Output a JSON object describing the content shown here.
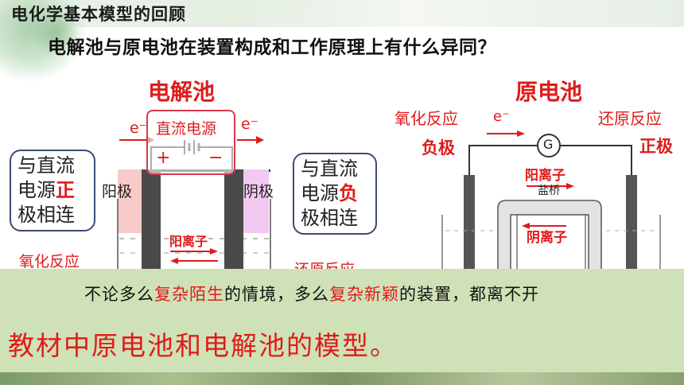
{
  "header": {
    "section_title": "电化学基本模型的回顾",
    "question": "电解池与原电池在装置构成和工作原理上有什么异同？"
  },
  "electrolytic": {
    "title": "电解池",
    "power_label": "直流电源",
    "plus": "+",
    "minus": "−",
    "electron_left": "e⁻",
    "electron_right": "e⁻",
    "anode_label": "阳极",
    "cathode_label": "阴极",
    "left_callout": {
      "line1": "与直流",
      "line2_a": "电源",
      "line2_b": "正",
      "line3": "极相连"
    },
    "right_callout": {
      "line1": "与直流",
      "line2_a": "电源",
      "line2_b": "负",
      "line3": "极相连"
    },
    "cation_label": "阳离子",
    "oxidation_label": "氧化反应",
    "reduction_label": "还原反应"
  },
  "galvanic": {
    "title": "原电池",
    "oxidation_label": "氧化反应",
    "reduction_label": "还原反应",
    "electron": "e⁻",
    "galvanometer": "G",
    "negative_label": "负极",
    "positive_label": "正极",
    "cation_label": "阳离子",
    "salt_bridge": "盐桥",
    "anion_label": "阴离子"
  },
  "summary": {
    "l1_a": "不论多么",
    "l1_b": "复杂陌生",
    "l1_c": "的情境，多么",
    "l1_d": "复杂新颖",
    "l1_e": "的装置，都离不开",
    "line2": "教材中原电池和电解池的模型。"
  },
  "colors": {
    "accent_red": "#e01b1b",
    "summary_bg": "#cfe1b6",
    "anode_fill": "#f7c9c9",
    "cathode_fill": "#f3c8f1"
  }
}
